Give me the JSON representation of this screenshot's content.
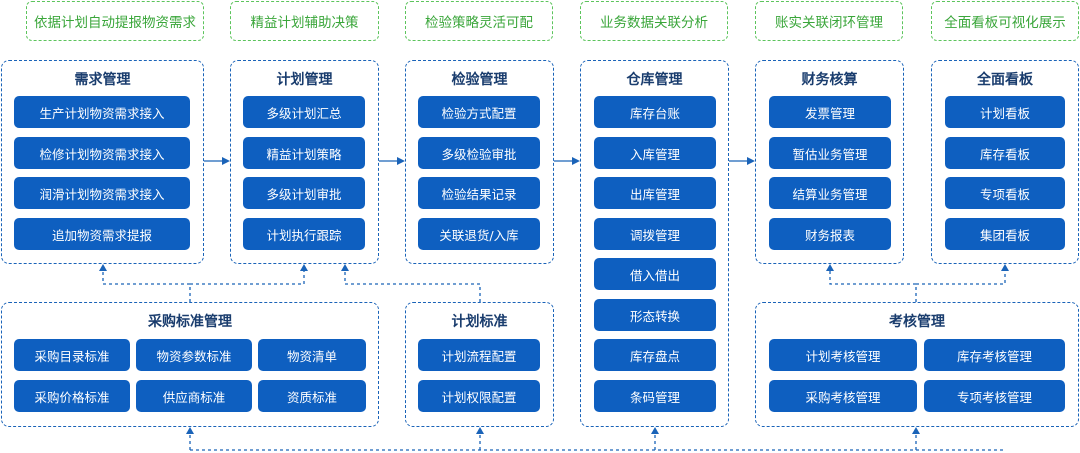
{
  "goals": [
    "依据计划自动提报物资需求",
    "精益计划辅助决策",
    "检验策略灵活可配",
    "业务数据关联分析",
    "账实关联闭环管理",
    "全面看板可视化展示"
  ],
  "demand": {
    "title": "需求管理",
    "items": [
      "生产计划物资需求接入",
      "检修计划物资需求接入",
      "润滑计划物资需求接入",
      "追加物资需求提报"
    ]
  },
  "plan": {
    "title": "计划管理",
    "items": [
      "多级计划汇总",
      "精益计划策略",
      "多级计划审批",
      "计划执行跟踪"
    ]
  },
  "inspection": {
    "title": "检验管理",
    "items": [
      "检验方式配置",
      "多级检验审批",
      "检验结果记录",
      "关联退货/入库"
    ]
  },
  "warehouse": {
    "title": "仓库管理",
    "items": [
      "库存台账",
      "入库管理",
      "出库管理",
      "调拨管理",
      "借入借出",
      "形态转换",
      "库存盘点",
      "条码管理"
    ]
  },
  "finance": {
    "title": "财务核算",
    "items": [
      "发票管理",
      "暂估业务管理",
      "结算业务管理",
      "财务报表"
    ]
  },
  "dashboard": {
    "title": "全面看板",
    "items": [
      "计划看板",
      "库存看板",
      "专项看板",
      "集团看板"
    ]
  },
  "purchase_std": {
    "title": "采购标准管理",
    "items": [
      "采购目录标准",
      "物资参数标准",
      "物资清单",
      "采购价格标准",
      "供应商标准",
      "资质标准"
    ]
  },
  "plan_std": {
    "title": "计划标准",
    "items": [
      "计划流程配置",
      "计划权限配置"
    ]
  },
  "assessment": {
    "title": "考核管理",
    "items": [
      "计划考核管理",
      "库存考核管理",
      "采购考核管理",
      "专项考核管理"
    ]
  },
  "colors": {
    "goal_border": "#5cc45c",
    "goal_text": "#3aa63a",
    "panel_border": "#1a63b8",
    "item_fill": "#0e5fc0",
    "title_text": "#1a3d6e"
  }
}
